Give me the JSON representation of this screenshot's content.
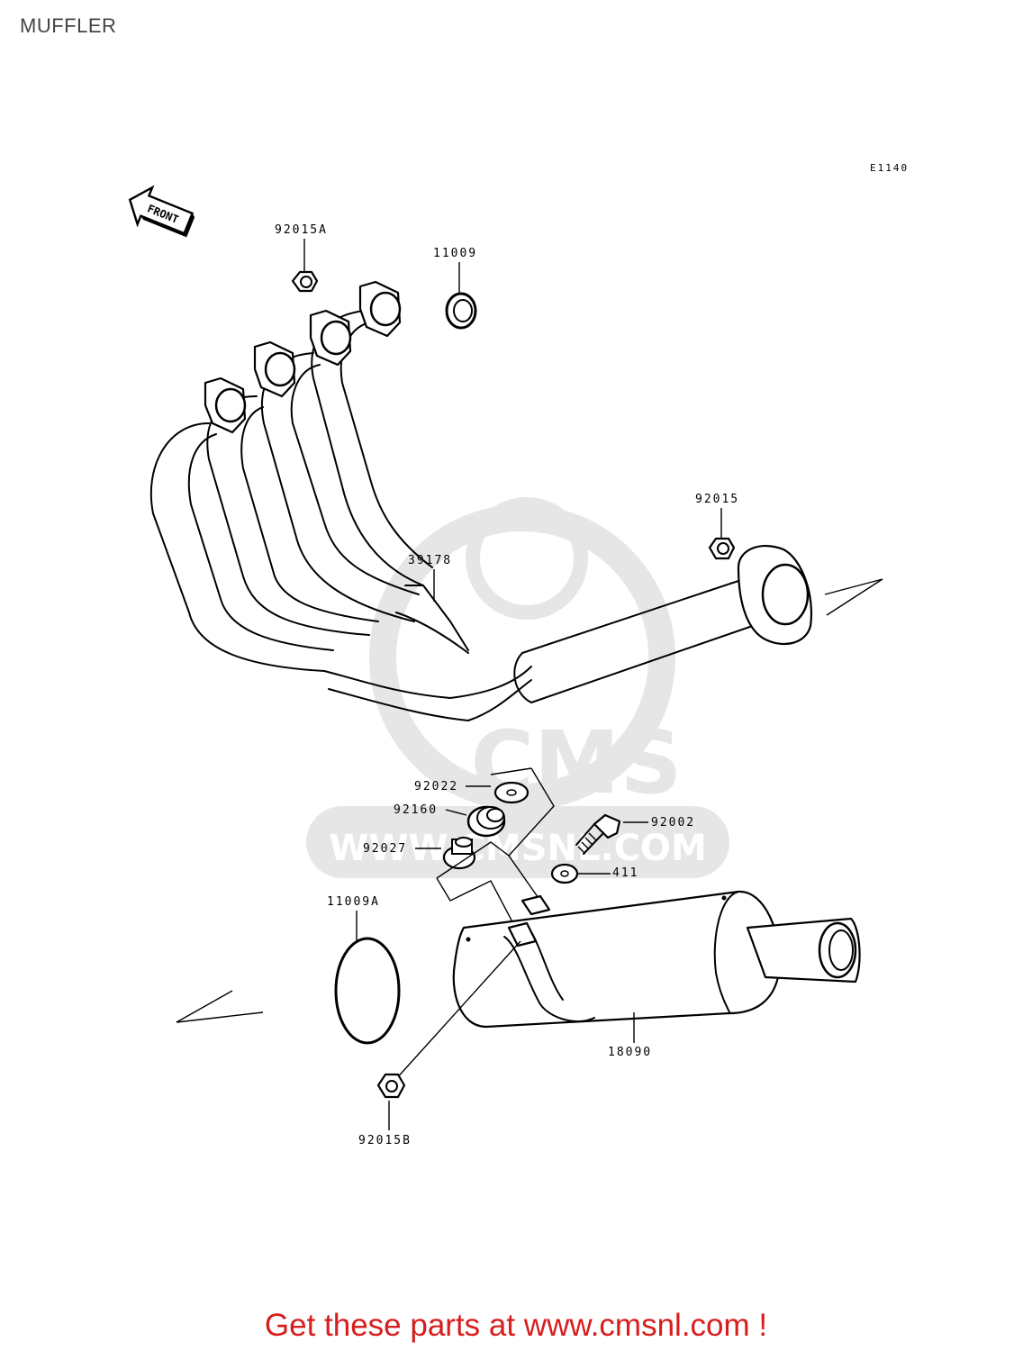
{
  "header": {
    "title": "MUFFLER"
  },
  "diagram": {
    "ref_code": "E1140",
    "front_arrow_text": "FRONT",
    "watermark": {
      "brand": "CMS",
      "url": "WWW.CMSNL.COM"
    },
    "parts": [
      {
        "number": "92015A"
      },
      {
        "number": "11009"
      },
      {
        "number": "92015"
      },
      {
        "number": "39178"
      },
      {
        "number": "92022"
      },
      {
        "number": "92160"
      },
      {
        "number": "92027"
      },
      {
        "number": "92002"
      },
      {
        "number": "411"
      },
      {
        "number": "11009A"
      },
      {
        "number": "18090"
      },
      {
        "number": "92015B"
      }
    ]
  },
  "footer": {
    "cta_text": "Get these parts at www.cmsnl.com !"
  },
  "colors": {
    "cta": "#d81d1d",
    "watermark": "#e6e6e6",
    "title": "#444444"
  }
}
